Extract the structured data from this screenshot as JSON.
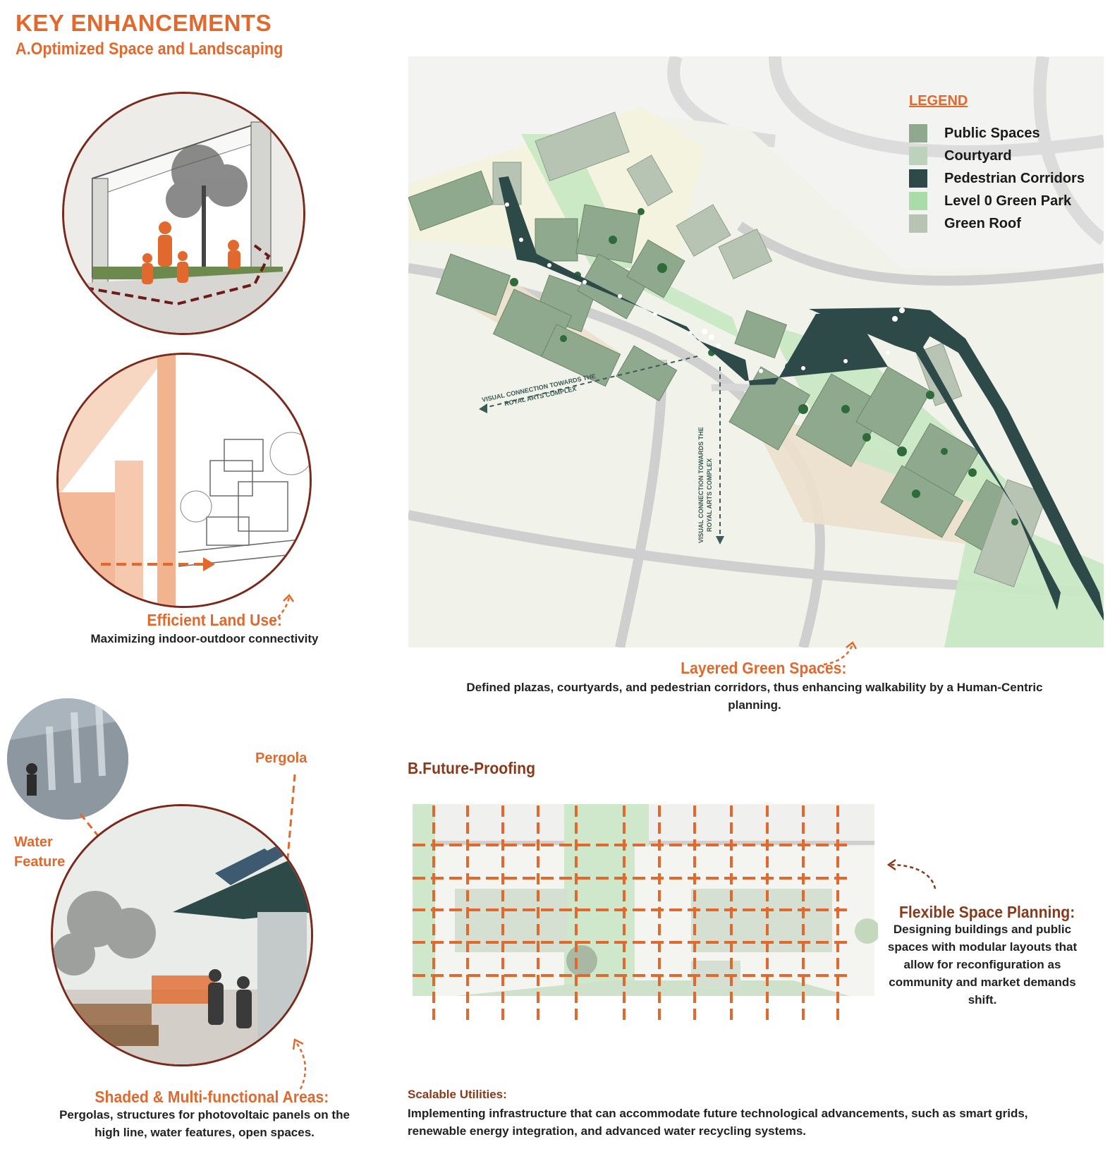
{
  "header": {
    "title": "KEY ENHANCEMENTS",
    "section_a": "A.Optimized Space and Landscaping",
    "section_b": "B.Future-Proofing"
  },
  "efficient_land_use": {
    "title": "Efficient Land Use:",
    "description": "Maximizing indoor-outdoor connectivity"
  },
  "layered_green": {
    "title": "Layered Green Spaces:",
    "description": "Defined plazas, courtyards, and pedestrian corridors, thus enhancing walkability by a Human-Centric planning."
  },
  "legend": {
    "title": "LEGEND",
    "items": [
      {
        "label": "Public Spaces",
        "color": "#8fa98f"
      },
      {
        "label": "Courtyard",
        "color": "#bcd2bc"
      },
      {
        "label": "Pedestrian Corridors",
        "color": "#2d4a48"
      },
      {
        "label": "Level 0 Green Park",
        "color": "#a9dca9"
      },
      {
        "label": "Green Roof",
        "color": "#b7c3b3"
      }
    ]
  },
  "map_annotations": {
    "visual_connection_1": "VISUAL CONNECTION TOWARDS THE ROYAL ARTS COMPLEX",
    "visual_connection_2": "VISUAL CONNECTION TOWARDS THE ROYAL ARTS COMPLEX"
  },
  "shaded_areas": {
    "title": "Shaded & Multi-functional Areas:",
    "description": "Pergolas, structures for photovoltaic panels on the high line, water features, open spaces.",
    "label_pergola": "Pergola",
    "label_water": "Water Feature"
  },
  "flexible_planning": {
    "title": "Flexible Space Planning:",
    "description": "Designing buildings and public spaces with modular layouts that allow for reconfiguration as community and market demands shift."
  },
  "scalable_utilities": {
    "title": "Scalable Utilities:",
    "description": "Implementing infrastructure that can accommodate future technological advancements, such as smart grids, renewable energy integration, and advanced water recycling systems."
  },
  "colors": {
    "accent_orange": "#e2692e",
    "accent_brown": "#8a3a1c",
    "dark_corridor": "#2d4a48"
  }
}
